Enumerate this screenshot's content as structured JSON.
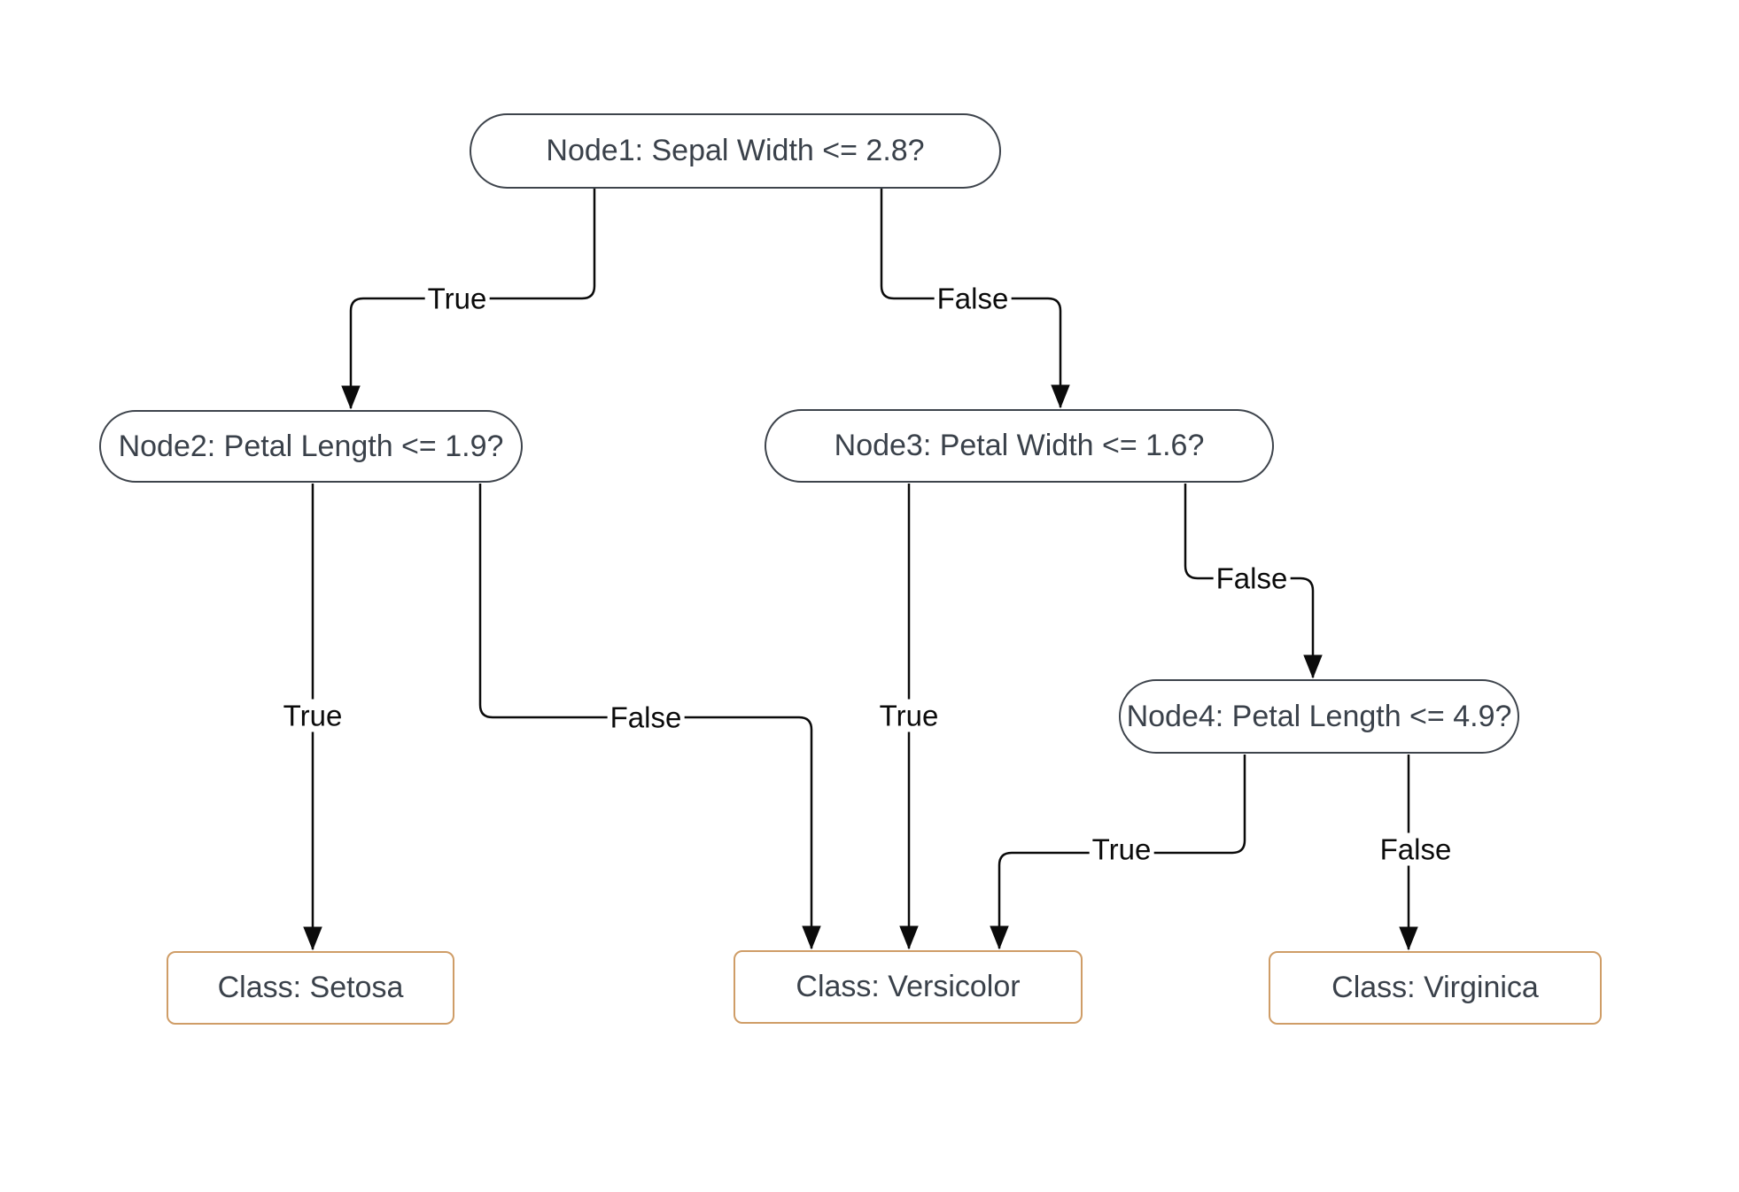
{
  "diagram_title": "",
  "tree": {
    "nodes": [
      {
        "id": "node1",
        "type": "decision",
        "label": "Node1: Sepal Width <= 2.8?"
      },
      {
        "id": "node2",
        "type": "decision",
        "label": "Node2: Petal Length <= 1.9?"
      },
      {
        "id": "node3",
        "type": "decision",
        "label": "Node3: Petal Width <= 1.6?"
      },
      {
        "id": "node4",
        "type": "decision",
        "label": "Node4: Petal Length <= 4.9?"
      },
      {
        "id": "setosa",
        "type": "class",
        "label": "Class: Setosa"
      },
      {
        "id": "versicolor",
        "type": "class",
        "label": "Class: Versicolor"
      },
      {
        "id": "virginica",
        "type": "class",
        "label": "Class: Virginica"
      }
    ],
    "edges": [
      {
        "from": "node1",
        "to": "node2",
        "label": "True"
      },
      {
        "from": "node1",
        "to": "node3",
        "label": "False"
      },
      {
        "from": "node2",
        "to": "setosa",
        "label": "True"
      },
      {
        "from": "node2",
        "to": "versicolor",
        "label": "False"
      },
      {
        "from": "node3",
        "to": "versicolor",
        "label": "True"
      },
      {
        "from": "node3",
        "to": "node4",
        "label": "False"
      },
      {
        "from": "node4",
        "to": "versicolor",
        "label": "True"
      },
      {
        "from": "node4",
        "to": "virginica",
        "label": "False"
      }
    ]
  },
  "colors": {
    "node_border": "#3e444c",
    "node_text": "#3a414a",
    "leaf_border": "#cf9d67",
    "edge_color": "#0b0b0b",
    "canvas_bg": "#ffffff"
  }
}
